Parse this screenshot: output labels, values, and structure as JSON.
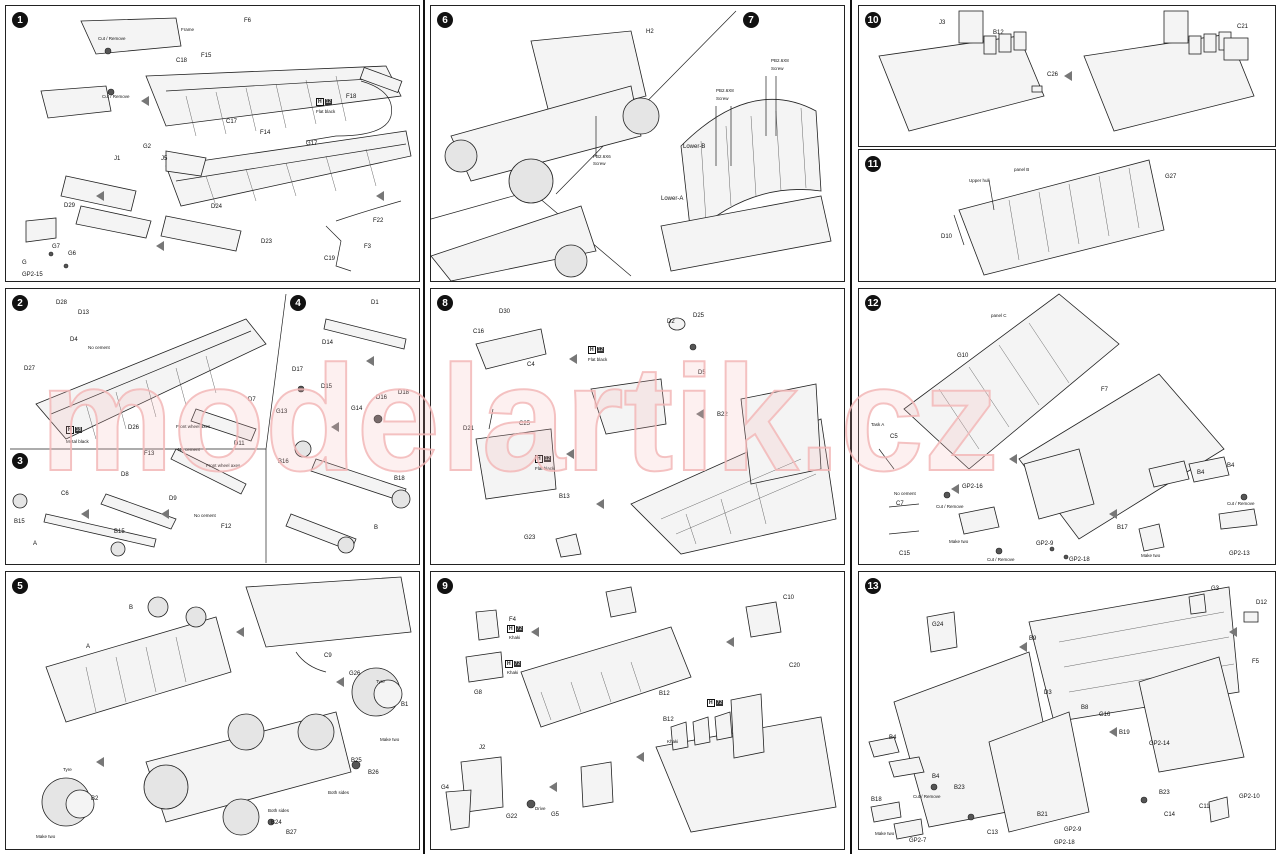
{
  "watermark": {
    "text": "modelartik.cz",
    "color": "#f3b7b7"
  },
  "steps": {
    "s1": "1",
    "s2": "2",
    "s3": "3",
    "s4": "4",
    "s5": "5",
    "s6": "6",
    "s7": "7",
    "s8": "8",
    "s9": "9",
    "s10": "10",
    "s11": "11",
    "s12": "12",
    "s13": "13"
  },
  "labels": {
    "p1": {
      "frame": "Frame",
      "cut1": "Cut / Remove",
      "cut2": "Cut / Remove",
      "f6": "F6",
      "f15": "F15",
      "c18": "C18",
      "g2": "G2",
      "c17": "C17",
      "f14": "F14",
      "f18": "F18",
      "flatblack": "Flat black",
      "g17": "G17",
      "j1": "J1",
      "j5": "J5",
      "d24": "D24",
      "d29": "D29",
      "g7": "G7",
      "g6": "G6",
      "g": "G",
      "gp215": "GP2-15",
      "d23": "D23",
      "f22": "F22",
      "f3": "F3",
      "c19": "C19"
    },
    "p2": {
      "d28": "D28",
      "d13": "D13",
      "d4": "D4",
      "nocement": "No cement",
      "d27": "D27",
      "d26": "D26",
      "metalblack": "Metal black"
    },
    "p3": {
      "c6": "C6",
      "b15a": "B15",
      "b15b": "B15",
      "d8": "D8",
      "f13": "F13",
      "d9": "D9",
      "frontwheel": "Front wheel axes",
      "nocement1": "No cement",
      "nocement2": "No cement",
      "frontwheel2": "Front wheel axes",
      "f12": "F12",
      "a": "A"
    },
    "p4": {
      "d1": "D1",
      "d14": "D14",
      "d17": "D17",
      "d15": "D15",
      "g13": "G13",
      "d7": "D7",
      "d11": "D11",
      "g14": "G14",
      "d16": "D16",
      "d18": "D18",
      "b16": "B16",
      "b18": "B18",
      "b": "B"
    },
    "p5": {
      "b": "B",
      "a": "A",
      "c9": "C9",
      "g26": "G26",
      "tyre1": "Tyre",
      "b1": "B1",
      "maketwo1": "Make two",
      "tyre2": "Tyre",
      "b2": "B2",
      "maketwo2": "Make two",
      "b25": "B25",
      "b26": "B26",
      "bothsides1": "Both sides",
      "bothsides2": "Both sides",
      "b24": "B24",
      "b27": "B27"
    },
    "p6": {
      "h2": "H2",
      "screw": "Screw",
      "screwspec": "PB2.6X6"
    },
    "p7": {
      "screw1": "Screw",
      "screw2": "Screw",
      "spec1": "PB2.6X8",
      "spec2": "PB2.6X8",
      "lowerb": "Lower-B",
      "lowera": "Lower-A"
    },
    "p8": {
      "d30": "D30",
      "c16": "C16",
      "c4": "C4",
      "d2": "D2",
      "d25": "D25",
      "flatblack1": "Flat black",
      "d5": "D5",
      "d21": "D21",
      "c25": "C25",
      "flatblack2": "Flat black",
      "b22": "B22",
      "b13": "B13",
      "g23": "G23"
    },
    "p9": {
      "f4": "F4",
      "khaki1": "Khaki",
      "g8": "G8",
      "khaki2": "Khaki",
      "b12": "B12",
      "c10": "C10",
      "c20": "C20",
      "b12b": "B12",
      "khaki3": "Khaki",
      "j2": "J2",
      "g4": "G4",
      "g22": "G22",
      "g5": "G5",
      "drive": "Drive"
    },
    "p10": {
      "j3": "J3",
      "b12": "B12",
      "c26": "C26",
      "c21": "C21"
    },
    "p11": {
      "upperhull": "Upper hull",
      "panelb": "panel B",
      "g27": "G27",
      "d10": "D10"
    },
    "p12": {
      "panelc": "panel C",
      "g10": "G10",
      "f7": "F7",
      "taska": "Task A",
      "c5": "C5",
      "nocement": "No cement",
      "c7": "C7",
      "c15": "C15",
      "gp216": "GP2-16",
      "cut1": "Cut / Remove",
      "maketwo1": "Make two",
      "cut2": "Cut / Remove",
      "gp29": "GP2-9",
      "gp218": "GP2-18",
      "b4a": "B4",
      "b4b": "B4",
      "b17": "B17",
      "maketwo2": "Make two",
      "cut3": "Cut / Remove",
      "gp213": "GP2-13"
    },
    "p13": {
      "g24": "G24",
      "g3": "G3",
      "d12": "D12",
      "f5": "F5",
      "b9": "B9",
      "d3": "D3",
      "b8": "B8",
      "g16": "G16",
      "b19": "B19",
      "gp214": "GP2-14",
      "b4a": "B4",
      "b4b": "B4",
      "b23": "B23",
      "cut": "Cut / Remove",
      "b18": "B18",
      "maketwo": "Make two",
      "gp27": "GP2-7",
      "c13": "C13",
      "b21": "B21",
      "gp29": "GP2-9",
      "gp218": "GP2-18",
      "b23b": "B23",
      "c14": "C14",
      "c11": "C11",
      "gp210": "GP2-10"
    }
  }
}
